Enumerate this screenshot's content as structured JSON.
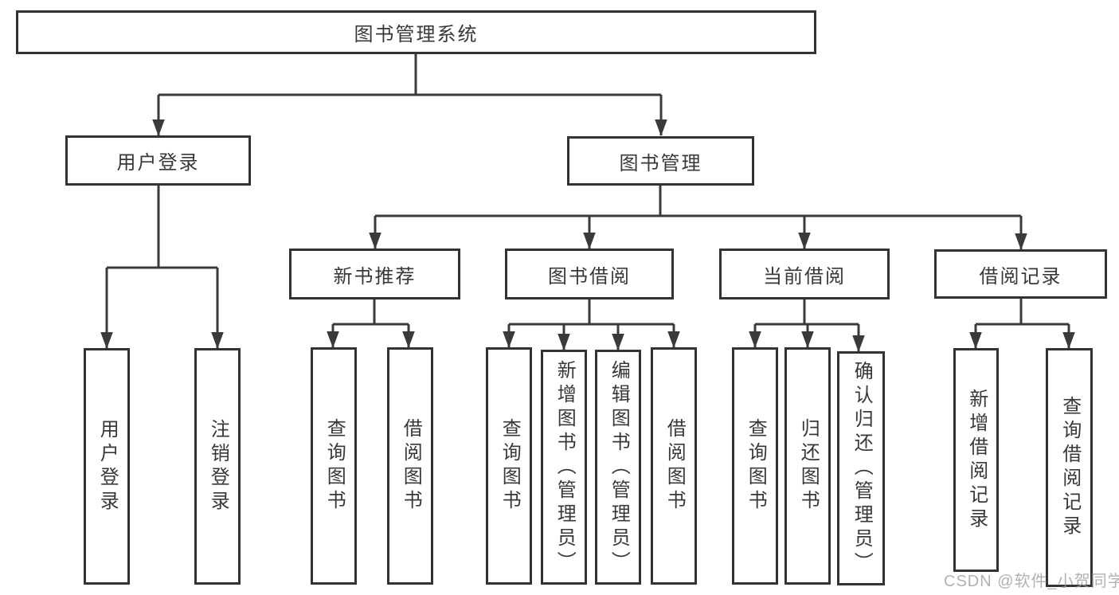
{
  "page": {
    "background_color": "#ffffff",
    "line_color": "#3a3a3a",
    "text_color": "#383838",
    "watermark": {
      "text": "CSDN @软件_小贺同学",
      "color": "#9e9e9e"
    }
  },
  "diagram": {
    "type": "hierarchy-tree",
    "root": {
      "label": "图书管理系统"
    },
    "branches": [
      {
        "label": "用户登录",
        "children": [
          {
            "label": "用户登录"
          },
          {
            "label": "注销登录"
          }
        ]
      },
      {
        "label": "图书管理",
        "children": [
          {
            "label": "新书推荐",
            "children": [
              {
                "label": "查询图书"
              },
              {
                "label": "借阅图书"
              }
            ]
          },
          {
            "label": "图书借阅",
            "children": [
              {
                "label": "查询图书"
              },
              {
                "label": "新增图书（管理员）"
              },
              {
                "label": "编辑图书（管理员）"
              },
              {
                "label": "借阅图书"
              }
            ]
          },
          {
            "label": "当前借阅",
            "children": [
              {
                "label": "查询图书"
              },
              {
                "label": "归还图书"
              },
              {
                "label": "确认归还（管理员）"
              }
            ]
          },
          {
            "label": "借阅记录",
            "children": [
              {
                "label": "新增借阅记录"
              },
              {
                "label": "查询借阅记录"
              }
            ]
          }
        ]
      }
    ]
  }
}
